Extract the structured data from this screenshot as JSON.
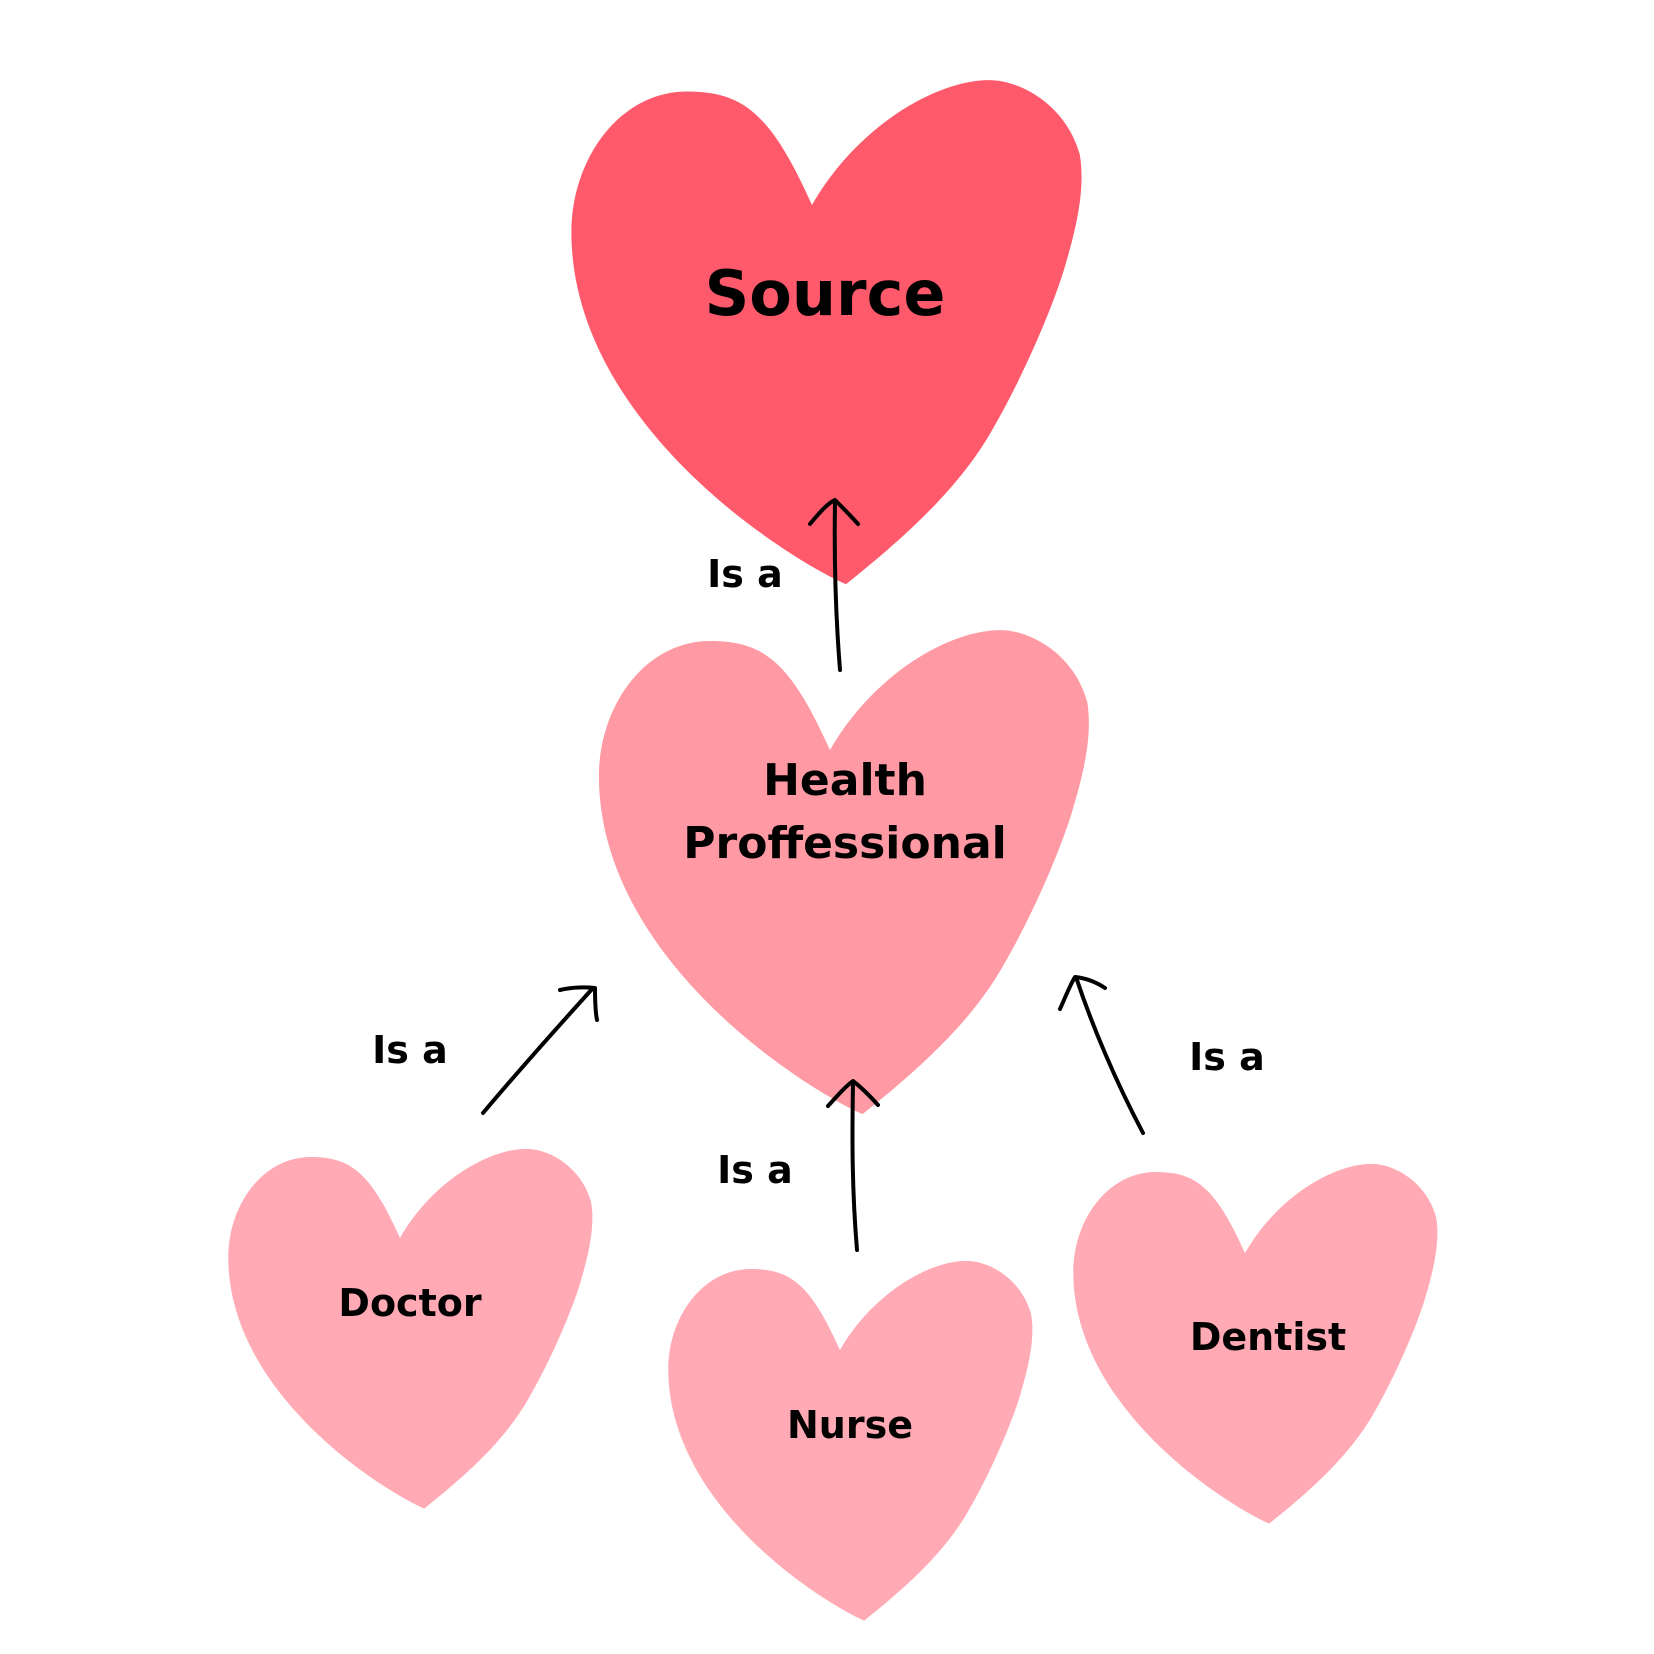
{
  "nodes": {
    "source": {
      "label": "Source",
      "color": "#FF5A6C"
    },
    "health": {
      "label_line1": "Health",
      "label_line2": "Proffessional",
      "color": "#FF9AA5"
    },
    "doctor": {
      "label": "Doctor",
      "color": "#FFAAB4"
    },
    "nurse": {
      "label": "Nurse",
      "color": "#FFAAB4"
    },
    "dentist": {
      "label": "Dentist",
      "color": "#FFAAB4"
    }
  },
  "edges": {
    "health_to_source": {
      "label": "Is a"
    },
    "doctor_to_health": {
      "label": "Is a"
    },
    "nurse_to_health": {
      "label": "Is a"
    },
    "dentist_to_health": {
      "label": "Is a"
    }
  }
}
